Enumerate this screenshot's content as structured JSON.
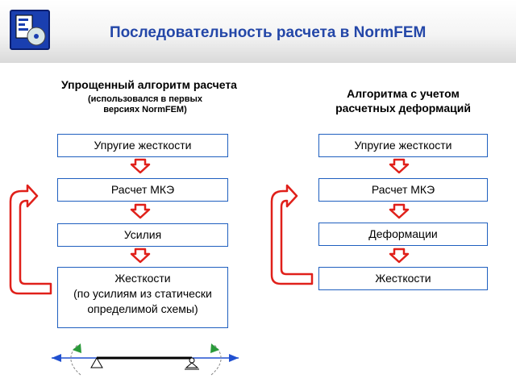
{
  "page": {
    "title": "Последовательность расчета в NormFEM"
  },
  "left_column": {
    "title": "Упрощенный алгоритм расчета",
    "subtitle_line1": "(использовался в первых",
    "subtitle_line2": "версиях NormFEM)",
    "steps": [
      {
        "label": "Упругие жесткости"
      },
      {
        "label": "Расчет МКЭ"
      },
      {
        "label": "Усилия"
      },
      {
        "label_lines": [
          "Жесткости",
          "(по усилиям из статически",
          "определимой схемы)"
        ]
      }
    ]
  },
  "right_column": {
    "title_line1": "Алгоритма с учетом",
    "title_line2": "расчетных деформаций",
    "steps": [
      {
        "label": "Упругие жесткости"
      },
      {
        "label": "Расчет МКЭ"
      },
      {
        "label": "Деформации"
      },
      {
        "label": "Жесткости"
      }
    ]
  },
  "colors": {
    "title": "#2447a8",
    "box_border": "#1f5fbf",
    "arrow": "#e0201a",
    "beam_arrow": "#2050d0",
    "rotation": "#2a9a3a"
  }
}
